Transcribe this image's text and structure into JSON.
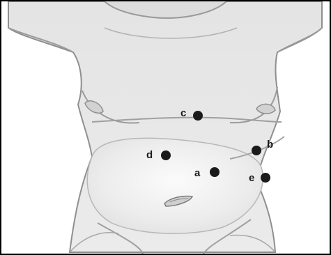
{
  "diagram": {
    "points": [
      {
        "id": "a",
        "label": "a"
      },
      {
        "id": "b",
        "label": "b"
      },
      {
        "id": "c",
        "label": "c"
      },
      {
        "id": "d",
        "label": "d"
      },
      {
        "id": "e",
        "label": "e"
      }
    ]
  },
  "colors": {
    "skin": "#e7e7e7",
    "outline": "#8f8f8f",
    "marker": "#1a1a1a",
    "background": "#ffffff",
    "frame": "#000000"
  }
}
